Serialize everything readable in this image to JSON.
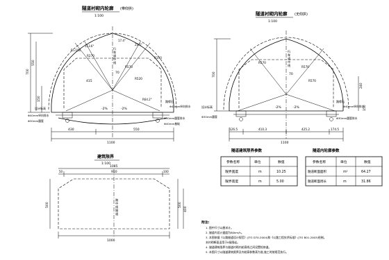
{
  "left_section": {
    "title": "隧道衬砌内轮廓",
    "subtitle": "(带仰拱)",
    "scale": "1:100",
    "radius_labels": [
      "R=150",
      "R270",
      "R570",
      "R520",
      "R150"
    ],
    "angle_labels": [
      "113.6°",
      "17.4°",
      "25.5°",
      "R64.2°"
    ],
    "dims": {
      "left_height": "700",
      "inner_height_a": "550",
      "inner_height_b": "150",
      "half_a": "415",
      "width_left": "430",
      "width_right": "550",
      "total_width": "1100",
      "slope": "-2%",
      "mid_dim": "70"
    },
    "annotations": {
      "centerline": "行车道中线",
      "design_elevation": "设计标高",
      "curb": "路缘石",
      "drain_right": "Φ40mm纵向排水",
      "drain_left": "Φ40mm纵向排水",
      "pipe_right": "Φ30mm圆管排水",
      "pipe_left": "Φ30mm圆管",
      "base": "Φ40mm基础"
    }
  },
  "right_section": {
    "title": "隧道衬砌内轮廓",
    "subtitle": "(无仰拱)",
    "scale": "1:100",
    "radius_labels": [
      "R570",
      "R570",
      "R570"
    ],
    "dims": {
      "left_height": "700",
      "right_height": "240",
      "right_small": "150",
      "width_a": "126.5",
      "width_b": "410.3",
      "width_c": "425.2",
      "width_d": "174.5",
      "total_width": "1100",
      "slope": "-2%",
      "mid_dim": "70"
    },
    "annotations": {
      "centerline": "行车道中线",
      "design_elevation": "设计标高",
      "curb": "路缘石",
      "drain_right": "Φ40mm纵向排水",
      "pipe_right": "Φ30mm圆管排水",
      "pipe_left": "Φ30mm圆管"
    }
  },
  "clearance": {
    "title": "建筑限界",
    "scale": "1:100",
    "dims": {
      "total_width": "1085",
      "width_a": "50",
      "width_b": "910",
      "width_c": "100",
      "bottom_width": "1000",
      "left_height": "500",
      "right_height": "500",
      "inner_height": "400"
    },
    "centerline_label": "路中线隧道"
  },
  "table_left": {
    "title": "隧道建筑限界参数",
    "headers": [
      "参数名称",
      "单位",
      "数值"
    ],
    "rows": [
      [
        "限界宽度",
        "m",
        "10.25"
      ],
      [
        "限界高度",
        "m",
        "5.00"
      ]
    ]
  },
  "table_right": {
    "title": "隧道内轮廓参数",
    "headers": [
      "参数名称",
      "单位",
      "数值"
    ],
    "rows": [
      [
        "隧道断面面积",
        "m²",
        "64.27"
      ],
      [
        "隧道断面周长",
        "m",
        "31.86"
      ]
    ]
  },
  "notes": {
    "heading": "附注:",
    "items": [
      "1. 图中尺寸以厘米计。",
      "2. 隧道内设计速度为80km/h。",
      "3. 本图依据《公路隧道设计规范》(JTG D70-2004)和《公路工程技术标准》(JTG B01-2003)绘制。",
      "   本衬砌断面适用于II级围岩。",
      "4. 隧道建筑限界与隧道衬砌内轮廓线之间设置检修道。",
      "5. 本图尺寸以隧道建筑限界及内轮廓参数表为准,施工时按规范执行。"
    ]
  }
}
